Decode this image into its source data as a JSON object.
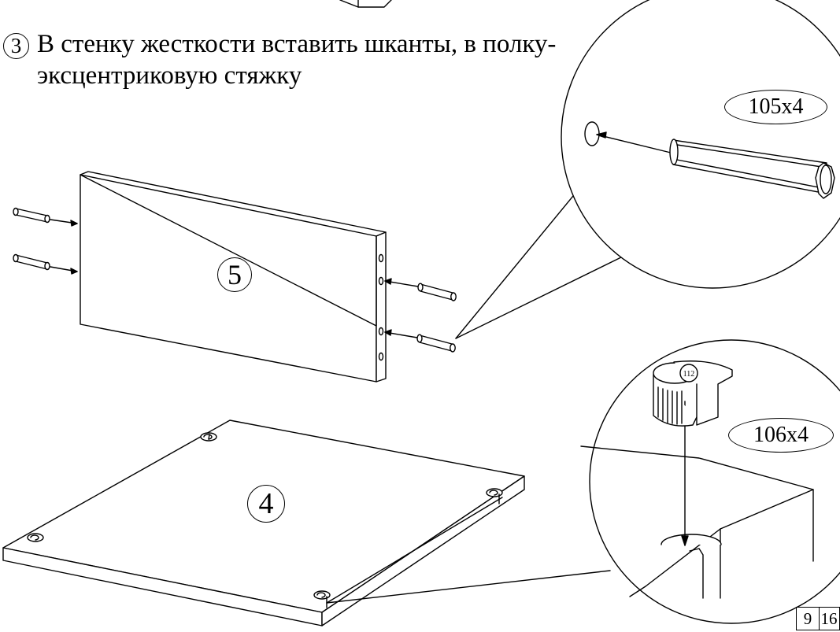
{
  "step": {
    "number": "3",
    "instruction": "В стенку жесткости вставить шканты, в полку-эксцентриковую стяжку"
  },
  "parts": {
    "stiffener_panel": "5",
    "shelf_panel": "4"
  },
  "callouts": {
    "dowel": {
      "label": "105x4"
    },
    "cam_lock": {
      "label": "106x4"
    }
  },
  "page": {
    "current": "9",
    "total": "16"
  }
}
